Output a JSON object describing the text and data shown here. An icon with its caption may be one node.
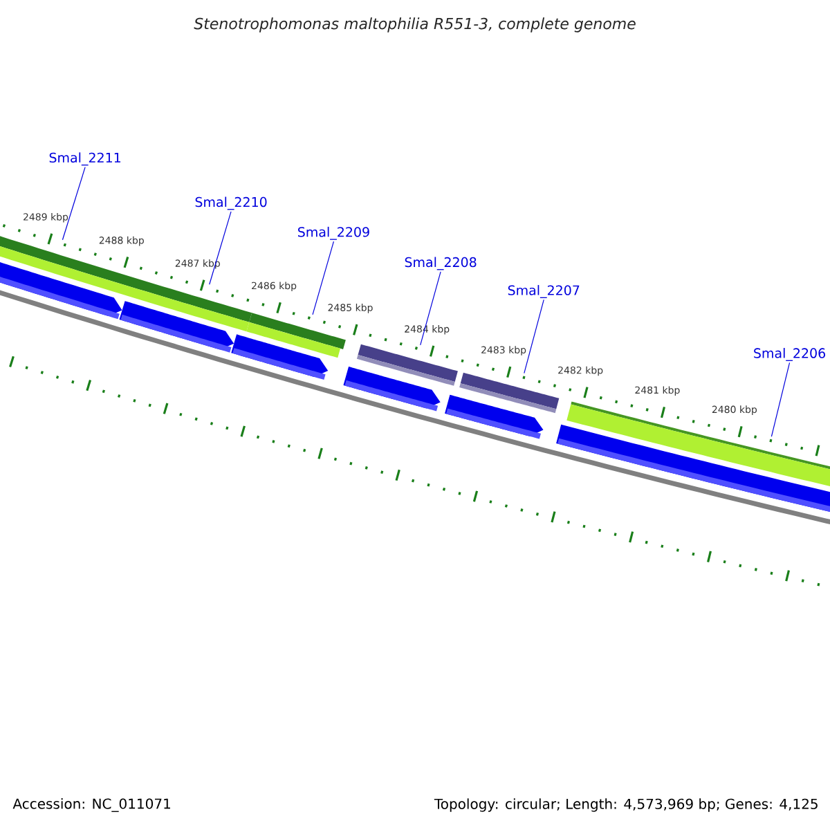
{
  "diagram": {
    "title": "Stenotrophomonas maltophilia R551-3, complete genome",
    "nodes": [
      {
        "text": [
          "Smal_2211"
        ]
      },
      {
        "text": [
          "Smal_2210"
        ]
      },
      {
        "text": [
          "Smal_2209"
        ]
      },
      {
        "text": [
          "Smal_2208"
        ]
      },
      {
        "text": [
          "Smal_2207"
        ]
      },
      {
        "text": [
          "Smal_2206"
        ]
      },
      {
        "text": [],
        "shape": "arrow"
      },
      {
        "text": [],
        "shape": "arrow"
      },
      {
        "text": [],
        "shape": "arrow"
      },
      {
        "text": [],
        "shape": "arrow"
      },
      {
        "text": [],
        "shape": "arrow"
      },
      {
        "text": [],
        "shape": "arrow"
      }
    ],
    "edges": [
      {
        "from": 0,
        "to": 6,
        "arrow": "none"
      },
      {
        "from": 1,
        "to": 7,
        "arrow": "none"
      },
      {
        "from": 2,
        "to": 8,
        "arrow": "none"
      },
      {
        "from": 3,
        "to": 9,
        "arrow": "none"
      },
      {
        "from": 4,
        "to": 10,
        "arrow": "none"
      },
      {
        "from": 5,
        "to": 11,
        "arrow": "none"
      }
    ],
    "labels": [
      "2489 kbp",
      "2488 kbp",
      "2487 kbp",
      "2486 kbp",
      "2485 kbp",
      "2484 kbp",
      "2483 kbp",
      "2482 kbp",
      "2481 kbp",
      "2480 kbp",
      "Accession: NC_011071",
      "Topology: circular; Length: 4,573,969 bp; Genes: 4,125"
    ]
  }
}
